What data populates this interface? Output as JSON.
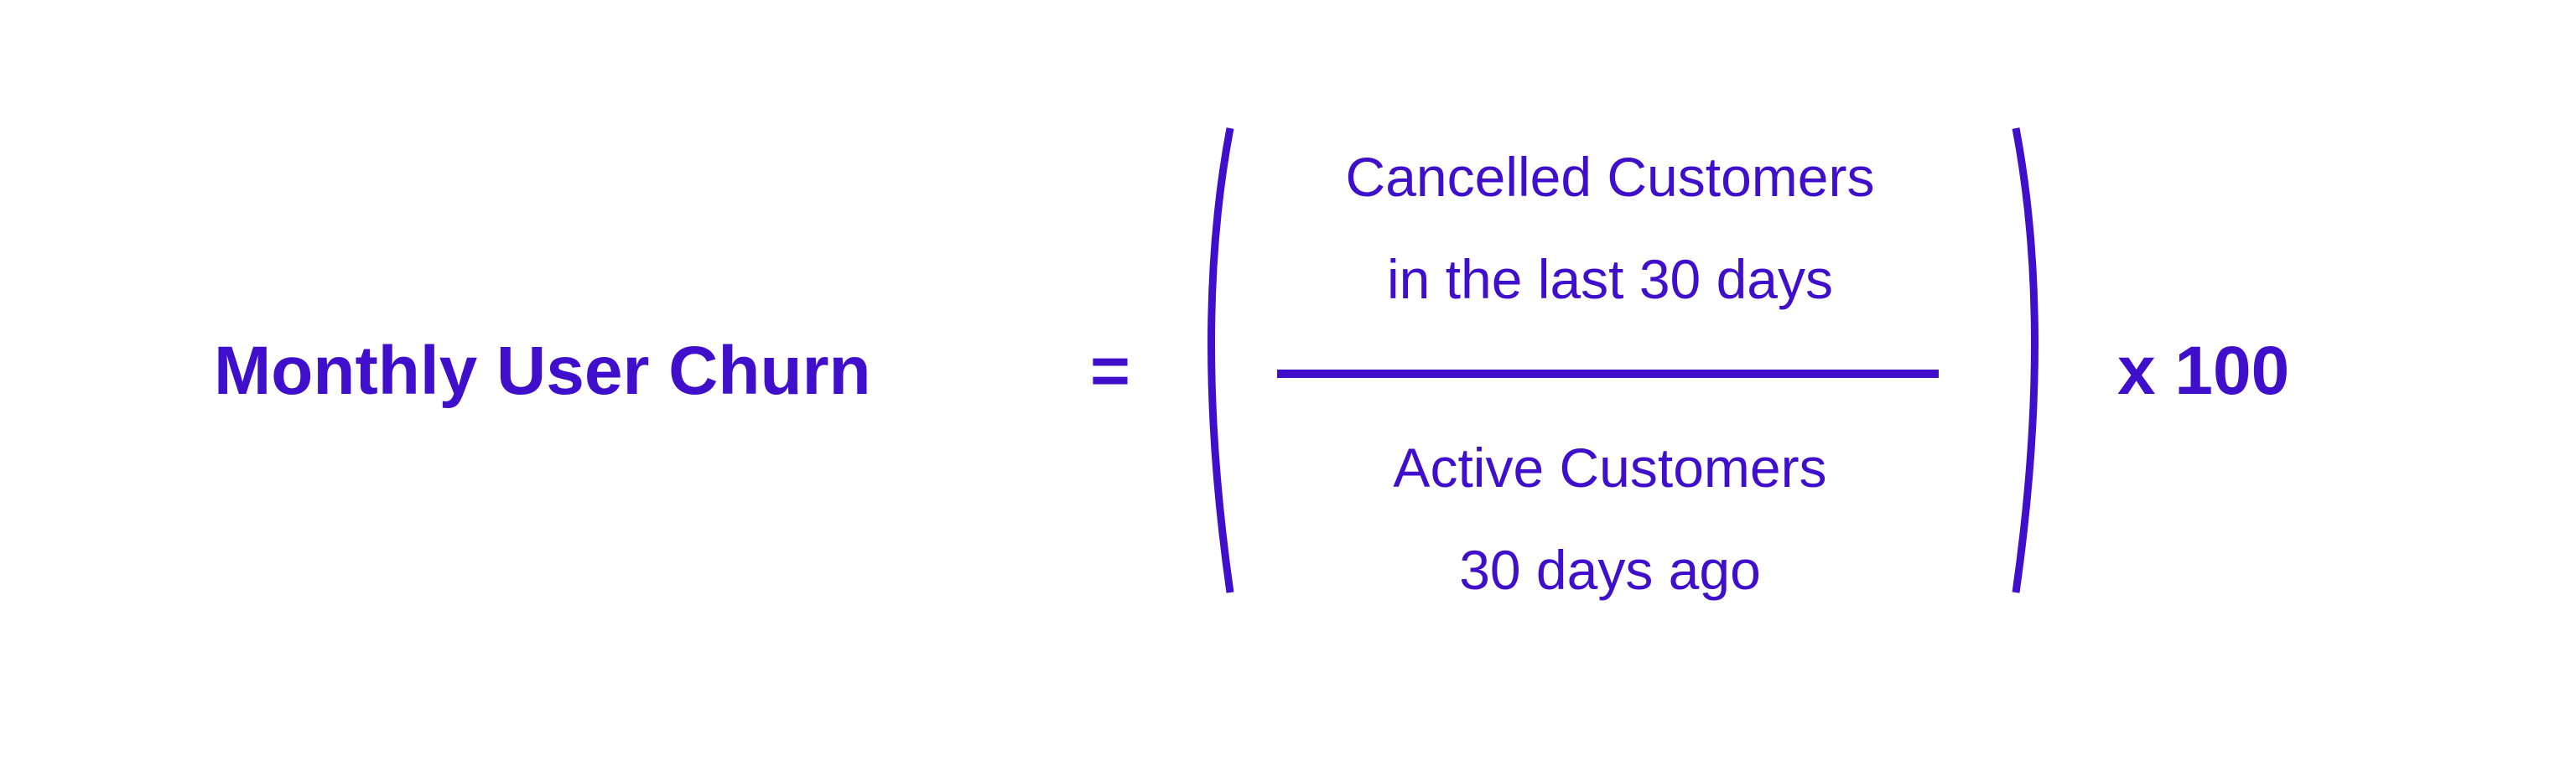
{
  "formula": {
    "lhs": "Monthly User Churn",
    "equals": "=",
    "numerator": {
      "line1": "Cancelled Customers",
      "line2": "in the last 30 days"
    },
    "denominator": {
      "line1": "Active Customers",
      "line2": "30 days ago"
    },
    "multiplier": "x 100",
    "color": "#3f0fcb"
  }
}
